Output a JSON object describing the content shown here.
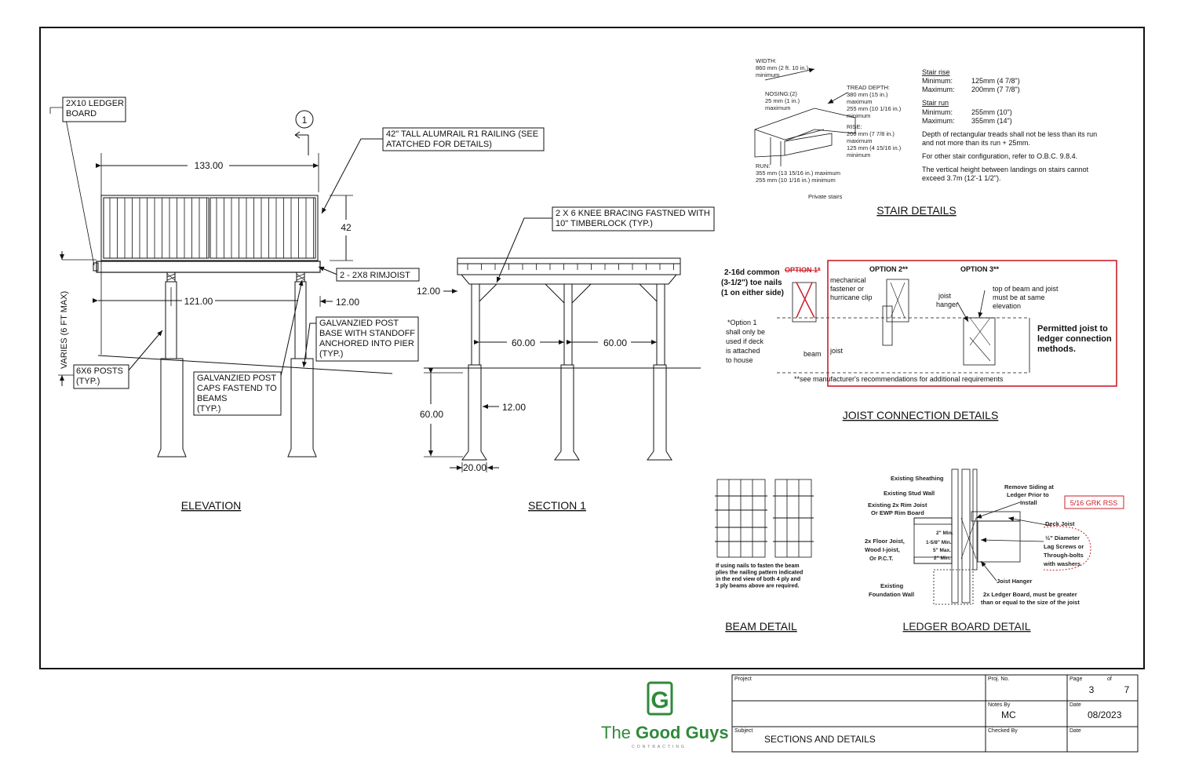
{
  "elevation": {
    "title": "ELEVATION",
    "ledger_label": [
      "2X10 LEDGER",
      "BOARD"
    ],
    "section_marker": "1",
    "railing_label": [
      "42\" TALL ALUMRAIL R1 RAILING (SEE",
      "ATATCHED FOR DETAILS)"
    ],
    "dim_width": "133.00",
    "dim_rail_height": "42",
    "rimjoist_label": "2 - 2X8 RIMJOIST",
    "dim_span": "121.00",
    "dim_overhang": "12.00",
    "varies_label": "VARIES (6 FT MAX)",
    "post_base_label": [
      "GALVANZIED POST",
      "BASE WITH STANDOFF",
      "ANCHORED INTO PIER",
      "(TYP.)"
    ],
    "posts_label": [
      "6X6 POSTS",
      "(TYP.)"
    ],
    "post_caps_label": [
      "GALVANZIED POST",
      "CAPS FASTEND TO",
      "BEAMS",
      "(TYP.)"
    ]
  },
  "section1": {
    "title": "SECTION 1",
    "bracing_label": [
      "2 X 6 KNEE BRACING FASTNED WITH",
      "10\" TIMBERLOCK (TYP.)"
    ],
    "dim_cantilever": "12.00",
    "dim_spacing_1": "60.00",
    "dim_spacing_2": "60.00",
    "dim_pier_depth": "60.00",
    "dim_pier_width": "12.00",
    "dim_footing": "20.00"
  },
  "stair": {
    "title": "STAIR DETAILS",
    "width_note": [
      "WIDTH:",
      "860 mm (2 ft. 10 in.)",
      "minimum"
    ],
    "nosing_note": [
      "NOSING:(2)",
      "25 mm (1 in.)",
      "maximum"
    ],
    "tread_note": [
      "TREAD DEPTH:",
      "380 mm (15 in.)",
      "maximum",
      "255 mm (10 1/16 in.)",
      "minimum"
    ],
    "rise_note": [
      "RISE:",
      "200 mm (7 7/8 in.)",
      "maximum",
      "125 mm (4 15/16 in.)",
      "minimum"
    ],
    "run_note": [
      "RUN:",
      "355 mm (13 15/16 in.) maximum",
      "255 mm (10 1/16 in.) minimum"
    ],
    "caption": "Private stairs",
    "rise_heading": "Stair rise",
    "rise_rows": [
      [
        "Minimum:",
        "125mm (4 7/8\")"
      ],
      [
        "Maximum:",
        "200mm (7 7/8\")"
      ]
    ],
    "run_heading": "Stair run",
    "run_rows": [
      [
        "Minimum:",
        "255mm (10\")"
      ],
      [
        "Maximum:",
        "355mm (14\")"
      ]
    ],
    "paragraphs": [
      [
        "Depth of rectangular treads shall not be less than its run",
        "and not more than its run + 25mm."
      ],
      [
        "For other stair configuration, refer to O.B.C. 9.8.4."
      ],
      [
        "The vertical height between landings on stairs cannot",
        "exceed 3.7m (12'-1 1/2\")."
      ]
    ]
  },
  "joist": {
    "title": "JOIST CONNECTION DETAILS",
    "option1": "OPTION 1*",
    "toe_nails": [
      "2-16d common",
      "(3-1/2\") toe nails",
      "(1 on either side)"
    ],
    "option1_note": [
      "*Option 1",
      "shall only be",
      "used if deck",
      "is attached",
      "to house"
    ],
    "beam": "beam",
    "joist_word": "joist",
    "option2": "OPTION 2**",
    "option2_note": [
      "mechanical",
      "fastener or",
      "hurricane clip"
    ],
    "option3": "OPTION 3**",
    "joist_hanger": [
      "joist",
      "hanger"
    ],
    "top_note": [
      "top of beam and joist",
      "must be at same",
      "elevation"
    ],
    "permitted": [
      "Permitted joist to",
      "ledger connection",
      "methods."
    ],
    "footnote": "**see manufacturer's recommendations for additional requirements"
  },
  "beam": {
    "title": "BEAM DETAIL",
    "note": [
      "If using nails to fasten the beam",
      "plies the nailing pattern indicated",
      "in the end view of both 4 ply and",
      "3 ply beams above are required."
    ]
  },
  "ledger": {
    "title": "LEDGER BOARD DETAIL",
    "sheathing": "Existing Sheathing",
    "stud_wall": "Existing Stud Wall",
    "rim_joist": [
      "Existing 2x Rim Joist",
      "Or EWP Rim Board"
    ],
    "remove_siding": [
      "Remove Siding at",
      "Ledger Prior to",
      "Install"
    ],
    "grk_note": "5/16 GRK RSS",
    "deck_joist": "Deck Joist",
    "lag_screws": [
      "½\" Diameter",
      "Lag Screws or",
      "Through-bolts",
      "with washers"
    ],
    "floor_joist": [
      "2x Floor Joist,",
      "Wood I-joist,",
      "Or P.C.T."
    ],
    "dims": [
      "2\" Min.",
      "1-5/8\" Min.",
      "5\" Max.",
      "2\" Min."
    ],
    "joist_hanger": "Joist Hanger",
    "foundation": [
      "Existing",
      "Foundation Wall"
    ],
    "ledger_note": [
      "2x Ledger Board, must be greater",
      "than or equal to the size of the joist"
    ]
  },
  "logo": {
    "letter": "G",
    "name_light": "The ",
    "name_bold": "Good Guys",
    "tagline": "CONTRACTING",
    "green": "#2f8a3b"
  },
  "title_block": {
    "project_label": "Project",
    "project_value": "",
    "proj_no_label": "Proj. No.",
    "proj_no_value": "",
    "page_label": "Page",
    "of_label": "of",
    "page_value": "3",
    "page_total": "7",
    "notes_by_label": "Notes By",
    "notes_by_value": "MC",
    "date_label": "Date",
    "date_value": "08/2023",
    "subject_label": "Subject",
    "subject_value": "SECTIONS AND DETAILS",
    "checked_by_label": "Checked By",
    "checked_by_value": "",
    "date2_label": "Date",
    "date2_value": ""
  },
  "colors": {
    "ink": "#111111",
    "red": "#c9202a"
  }
}
